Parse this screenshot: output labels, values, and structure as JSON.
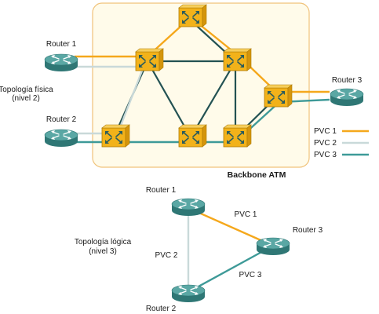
{
  "colors": {
    "pvc1": "#f5a81c",
    "pvc2": "#c9d9d9",
    "pvc3": "#3e9a98",
    "trunk": "#235253",
    "backbone_fill": "#fffbea",
    "backbone_border": "#f0c27a",
    "switch_fill": "#f2b21a",
    "router_fill": "#4f9a98"
  },
  "labels": {
    "physical_title": "Topología física",
    "physical_level": "(nivel 2)",
    "logical_title": "Topología lógica",
    "logical_level": "(nivel 3)",
    "backbone": "Backbone ATM"
  },
  "physical": {
    "router1": "Router 1",
    "router2": "Router 2",
    "router3": "Router 3"
  },
  "legend": [
    {
      "label": "PVC 1",
      "color": "#f5a81c"
    },
    {
      "label": "PVC 2",
      "color": "#c9d9d9"
    },
    {
      "label": "PVC 3",
      "color": "#3e9a98"
    }
  ],
  "logical": {
    "router1": "Router 1",
    "router2": "Router 2",
    "router3": "Router 3",
    "pvc1": "PVC 1",
    "pvc2": "PVC 2",
    "pvc3": "PVC 3"
  },
  "icons": {
    "router": "router-icon",
    "switch": "atm-switch-icon"
  }
}
